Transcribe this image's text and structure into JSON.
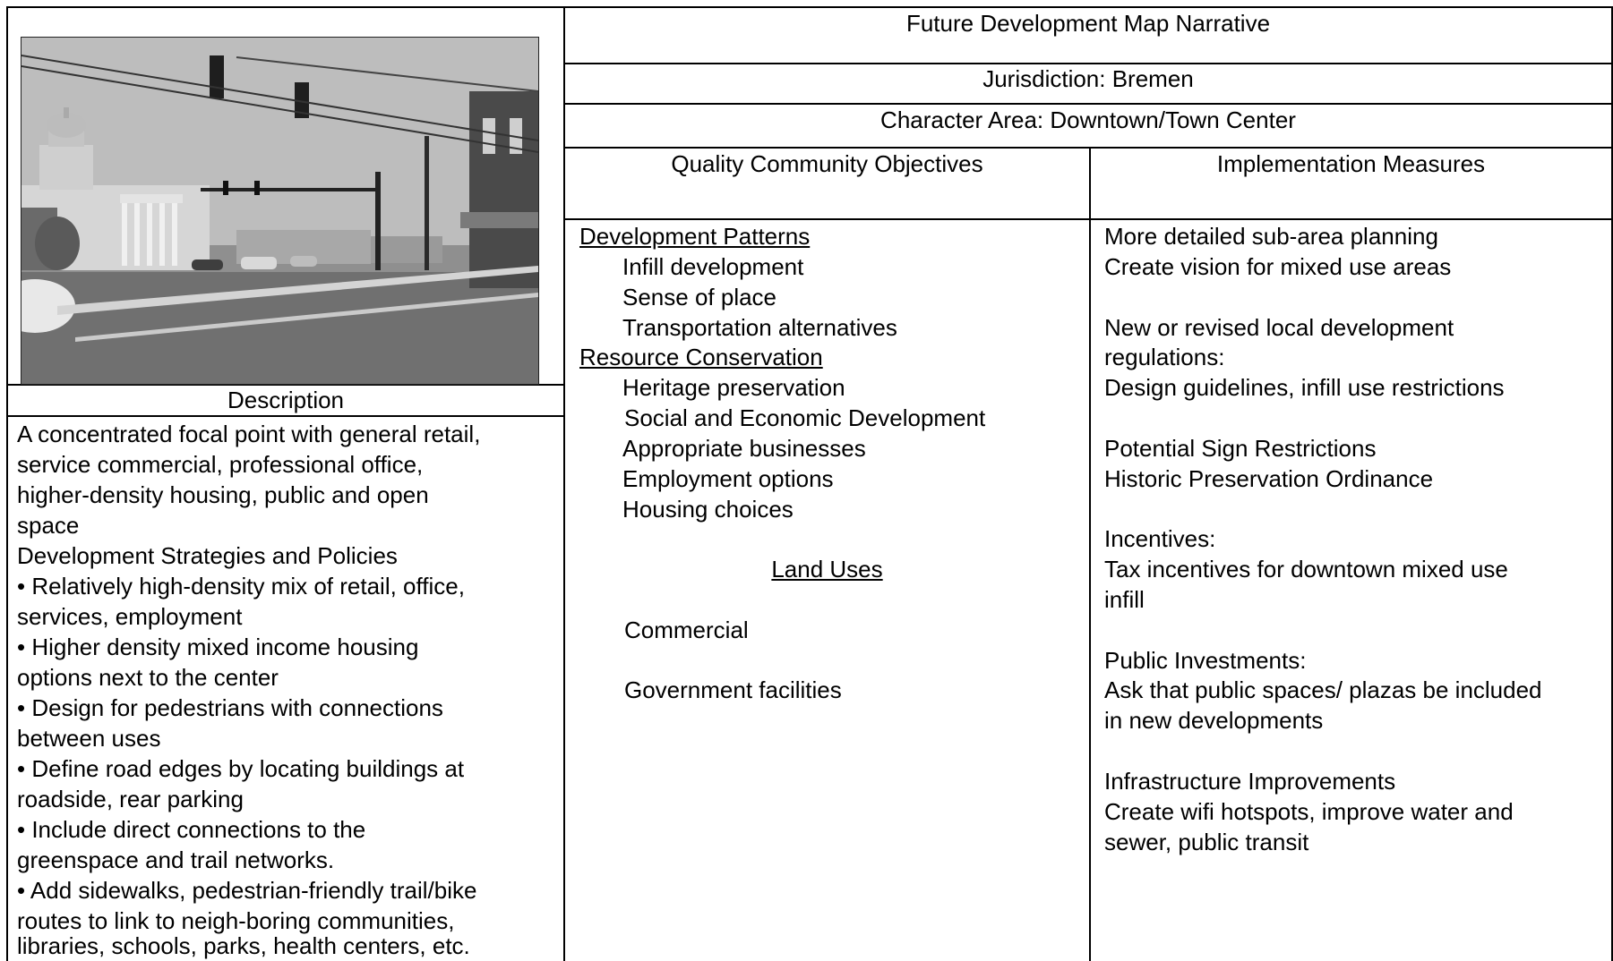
{
  "header": {
    "title": "Future Development Map Narrative",
    "jurisdiction": "Jurisdiction: Bremen",
    "character_area": "Character Area: Downtown/Town Center"
  },
  "columns": {
    "objectives": "Quality Community Objectives",
    "measures": "Implementation Measures"
  },
  "left": {
    "photo_alt": "Downtown street intersection with courthouse and traffic signals",
    "description_label": "Description",
    "description_lines": [
      "A concentrated focal point with general retail,",
      "service commercial, professional office,",
      "higher-density housing, public and open",
      "space",
      "Development Strategies and Policies",
      "• Relatively high-density mix of retail, office,",
      "services, employment",
      "• Higher density mixed income housing",
      "options next to the center",
      "• Design for pedestrians with connections",
      "between uses",
      "• Define road edges by locating buildings at",
      "roadside, rear parking",
      "• Include direct connections to the",
      "greenspace and trail networks.",
      "• Add sidewalks, pedestrian-friendly trail/bike",
      "routes to link to neigh-boring communities,",
      "libraries, schools, parks, health centers, etc."
    ]
  },
  "objectives": {
    "development_patterns": "Development Patterns",
    "dp_items": [
      "Infill development",
      "Sense of place",
      "Transportation alternatives"
    ],
    "resource_conservation": "Resource Conservation",
    "rc_item": "Heritage preservation",
    "social_economic": "Social and Economic Development",
    "se_items": [
      "Appropriate businesses",
      "Employment options",
      "Housing choices"
    ],
    "land_uses": "Land Uses",
    "commercial": "Commercial",
    "government": "Government facilities"
  },
  "measures": {
    "lines": [
      "More detailed sub-area planning",
      "Create vision for mixed use areas",
      "New or revised local development",
      "regulations:",
      "Design guidelines, infill use restrictions",
      "Potential Sign Restrictions",
      "Historic Preservation Ordinance",
      "Incentives:",
      "Tax incentives for downtown mixed use",
      "infill",
      "Public Investments:",
      "Ask that public spaces/ plazas be included",
      "in new developments",
      "Infrastructure Improvements",
      "Create wifi hotspots, improve water and",
      "sewer, public transit"
    ]
  }
}
